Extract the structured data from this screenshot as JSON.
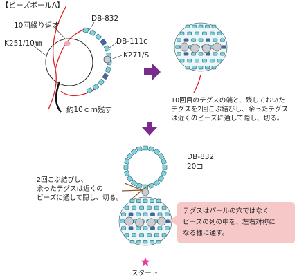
{
  "title": "【ビーズボールA】",
  "step1": {
    "repeat_label": "10回繰り返す",
    "pearl_label": "K251/10㎜",
    "bead_label_1": "DB-832",
    "bead_label_2": "DB-111c",
    "bead_label_3": "K271/S",
    "leftover_label": "約10ｃｍ残す"
  },
  "step2": {
    "note_lines": [
      "10回目のテグスの端と、残しておいた",
      "テグスを2回こぶ結びし、余ったテグス",
      "は近くのビーズに通して隠し、切る。"
    ]
  },
  "step3": {
    "ring_label_1": "DB-832",
    "ring_label_2": "20コ",
    "knot_note_lines": [
      "2回こぶ結びし、",
      "余ったテグスは近くの",
      "ビーズに通して隠し、切る。"
    ],
    "callout_lines": [
      "テグスはパールの穴ではなく",
      "ビーズの列の中を、左右対称に",
      "なる様に通す。"
    ],
    "start_label": "スタート"
  },
  "colors": {
    "cyan_bead": "#7fd3e0",
    "blue_bead": "#4a63a8",
    "pearl": "#c9ccd2",
    "thread": "#e02020",
    "arrow": "#7b2a8e",
    "callout_bg": "#f7c8c8",
    "star": "#e040a0",
    "knot_thread": "#8a5a2a"
  }
}
